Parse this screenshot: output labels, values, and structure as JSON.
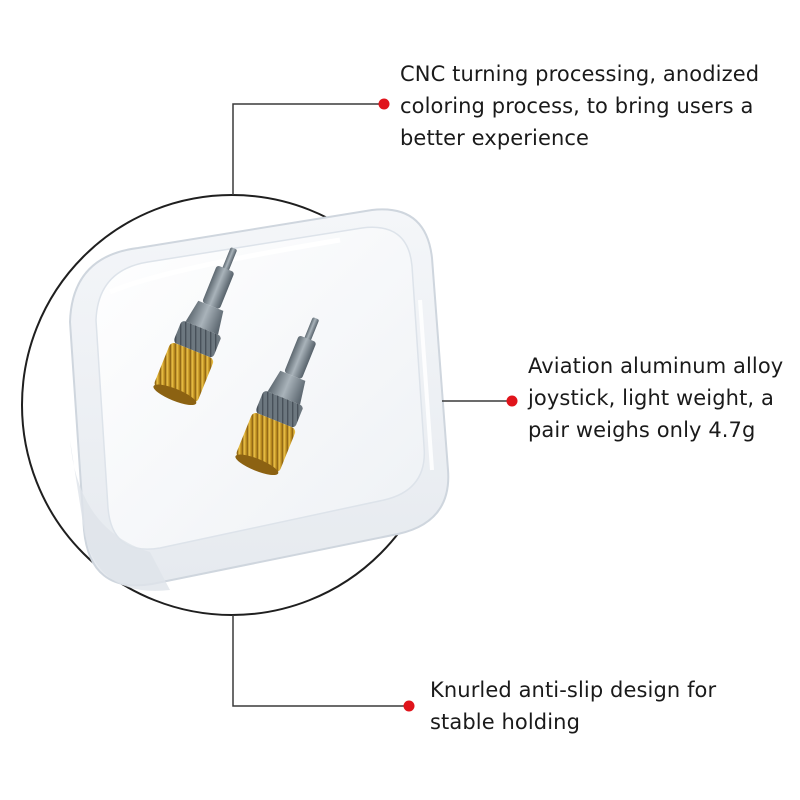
{
  "product": {
    "label": "Aviation aluminum alloy joystick in clear box"
  },
  "callouts": [
    {
      "lines": [
        "CNC turning processing, anodized",
        "coloring process, to bring users a",
        "better experience"
      ]
    },
    {
      "lines": [
        "Aviation aluminum alloy",
        "joystick, light weight, a",
        "pair weighs only 4.7g"
      ]
    },
    {
      "lines": [
        "Knurled anti-slip design for",
        "stable holding"
      ]
    }
  ],
  "colors": {
    "accent_dot": "#e0141b",
    "leader_line": "#3a3a3a",
    "circle_border": "#1f1f1f",
    "metal_gray": "#7b8790",
    "knurl_gold": "#d4a12a"
  }
}
